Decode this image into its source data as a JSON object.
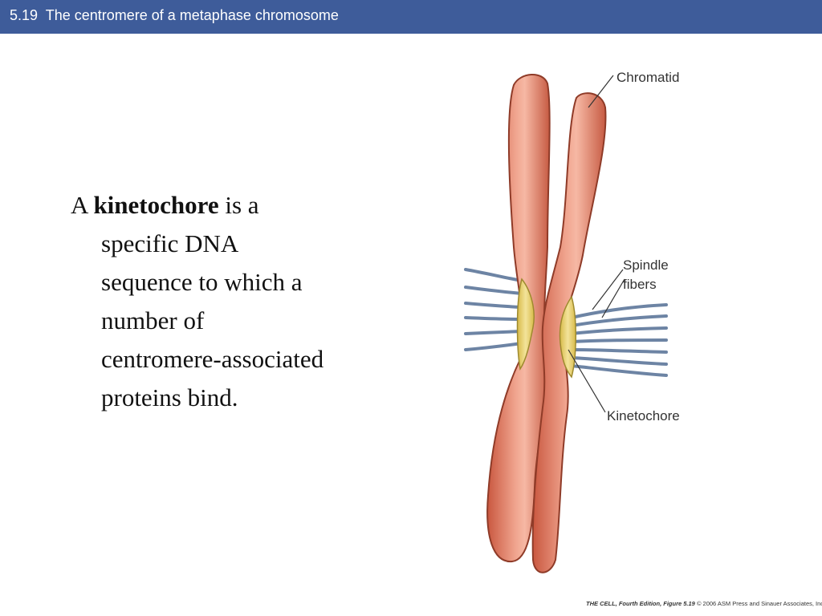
{
  "slide": {
    "title": "5.19  The centromere of a metaphase chromosome"
  },
  "body": {
    "prefix": "A ",
    "term": "kinetochore",
    "line1_suffix": " is a",
    "lines": [
      "specific DNA",
      "sequence to which a",
      "number of",
      "centromere-associated",
      "proteins bind."
    ]
  },
  "figure": {
    "labels": {
      "chromatid": "Chromatid",
      "spindle_line1": "Spindle",
      "spindle_line2": "fibers",
      "kinetochore": "Kinetochore"
    }
  },
  "footer": {
    "source": "THE CELL, Fourth Edition, Figure 5.19",
    "copyright": "© 2006 ASM Press and Sinauer Associates, Inc."
  },
  "colors": {
    "title_bar": "#3e5c9a",
    "chromatid": "#e0826a",
    "kinetochore": "#e9d36a",
    "spindle_fiber": "#6d84a4"
  }
}
